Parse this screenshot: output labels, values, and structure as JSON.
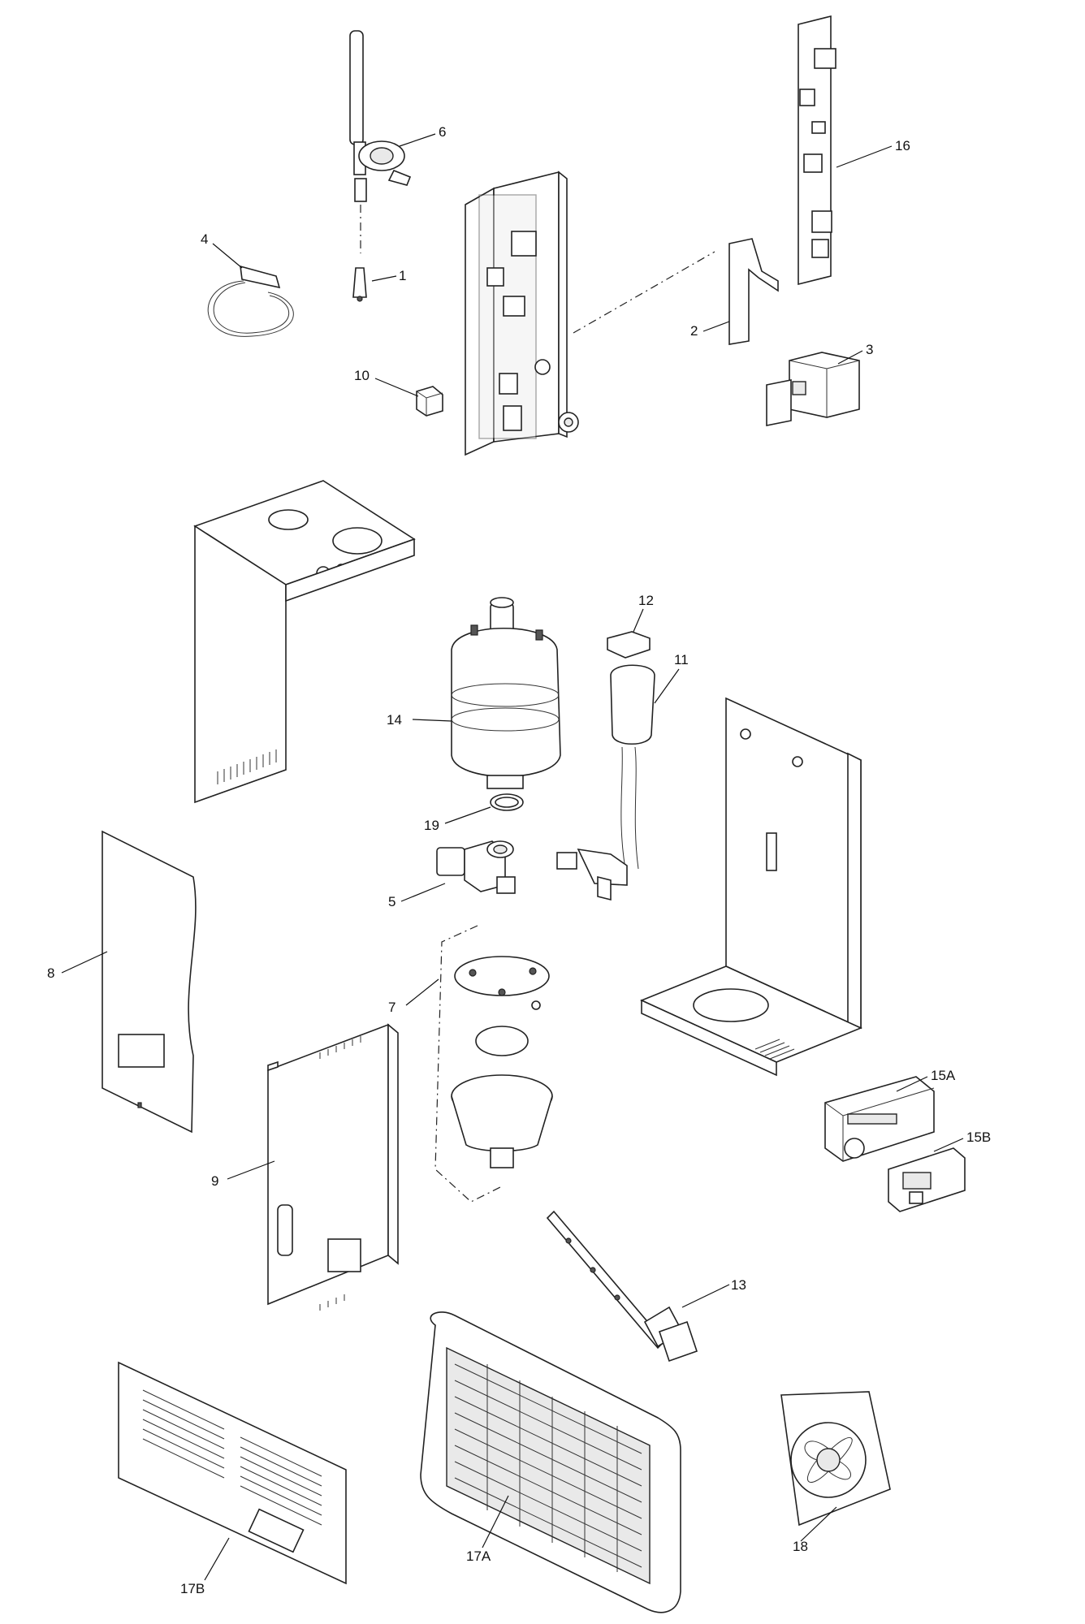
{
  "callouts": [
    "1",
    "2",
    "3",
    "4",
    "5",
    "6",
    "7",
    "8",
    "9",
    "10",
    "11",
    "12",
    "13",
    "14",
    "15A",
    "15B",
    "16",
    "17A",
    "17B",
    "18",
    "19"
  ],
  "labels": {
    "p1": "1",
    "p2": "2",
    "p3": "3",
    "p4": "4",
    "p5": "5",
    "p6": "6",
    "p7": "7",
    "p8": "8",
    "p9": "9",
    "p10": "10",
    "p11": "11",
    "p12": "12",
    "p13": "13",
    "p14": "14",
    "p15a": "15A",
    "p15b": "15B",
    "p16": "16",
    "p17a": "17A",
    "p17b": "17B",
    "p18": "18",
    "p19": "19"
  }
}
